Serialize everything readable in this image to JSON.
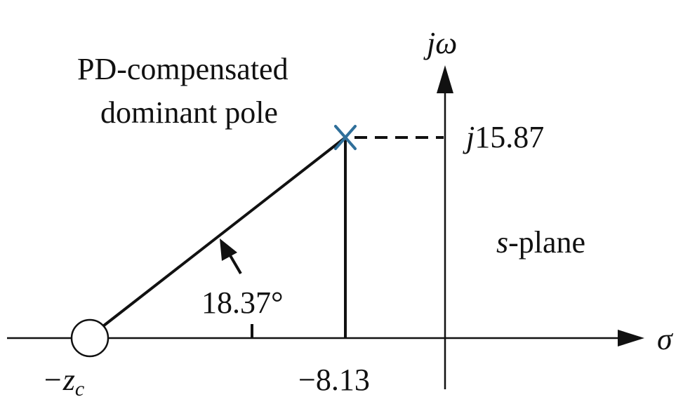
{
  "diagram": {
    "caption_line1": "PD-compensated",
    "caption_line2": "dominant pole",
    "imag_axis_label": "jω",
    "real_axis_label": "σ",
    "pole_imag_label": "j15.87",
    "plane_label_italic": "s",
    "plane_label_rest": "-plane",
    "angle_label": "18.37°",
    "pole_real_label": "−8.13",
    "zero_label_main": "−z",
    "zero_label_sub": "c"
  },
  "colors": {
    "pole_marker": "#2f6f9a",
    "lines": "#111111"
  }
}
